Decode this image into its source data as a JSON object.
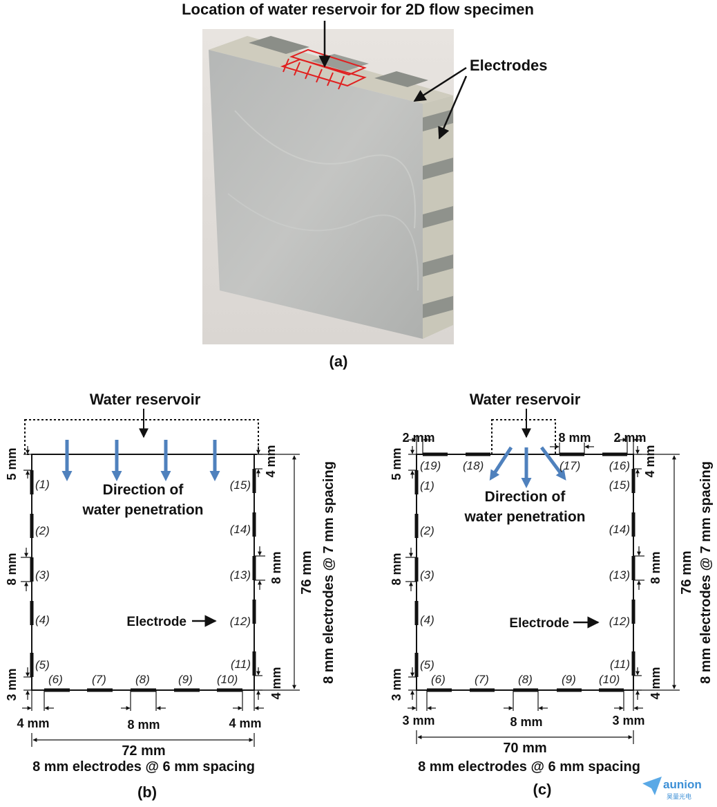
{
  "photo": {
    "title": "Location of water reservoir for 2D flow specimen",
    "electrodes_label": "Electrodes",
    "caption": "(a)"
  },
  "diagram_b": {
    "reservoir_label": "Water reservoir",
    "flow_label_1": "Direction of",
    "flow_label_2": "water penetration",
    "electrode_label": "Electrode",
    "left_numbers": [
      "(1)",
      "(2)",
      "(3)",
      "(4)",
      "(5)"
    ],
    "bottom_numbers": [
      "(6)",
      "(7)",
      "(8)",
      "(9)",
      "(10)"
    ],
    "right_numbers": [
      "(11)",
      "(12)",
      "(13)",
      "(14)",
      "(15)"
    ],
    "dim_left_top": "5 mm",
    "dim_left_mid": "8 mm",
    "dim_left_bottom": "3 mm",
    "dim_right_top": "4 mm",
    "dim_right_mid": "8 mm",
    "dim_right_bottom": "4 mm",
    "dim_bottom_left": "4 mm",
    "dim_bottom_mid": "8 mm",
    "dim_bottom_right": "4 mm",
    "width_label": "72 mm",
    "height_label": "76 mm",
    "side_spacing": "8 mm electrodes @ 7 mm spacing",
    "bottom_spacing": "8 mm electrodes @ 6 mm spacing",
    "caption": "(b)"
  },
  "diagram_c": {
    "reservoir_label": "Water reservoir",
    "flow_label_1": "Direction of",
    "flow_label_2": "water penetration",
    "electrode_label": "Electrode",
    "left_numbers": [
      "(1)",
      "(2)",
      "(3)",
      "(4)",
      "(5)"
    ],
    "bottom_numbers": [
      "(6)",
      "(7)",
      "(8)",
      "(9)",
      "(10)"
    ],
    "right_numbers": [
      "(11)",
      "(12)",
      "(13)",
      "(14)",
      "(15)"
    ],
    "top_numbers": [
      "(16)",
      "(17)",
      "(18)",
      "(19)"
    ],
    "dim_top_left": "2 mm",
    "dim_top_mid": "8 mm",
    "dim_top_right": "2 mm",
    "dim_left_top": "5 mm",
    "dim_left_mid": "8 mm",
    "dim_left_bottom": "3 mm",
    "dim_right_top": "4 mm",
    "dim_right_mid": "8 mm",
    "dim_right_bottom": "4 mm",
    "dim_bottom_left": "3 mm",
    "dim_bottom_mid": "8 mm",
    "dim_bottom_right": "3 mm",
    "width_label": "70 mm",
    "height_label": "76 mm",
    "side_spacing": "8 mm electrodes @ 7 mm spacing",
    "bottom_spacing": "8 mm electrodes @ 6 mm spacing",
    "caption": "(c)"
  },
  "watermark": {
    "text": "aunion",
    "subtext": "昊量光电"
  },
  "colors": {
    "flow_arrow": "#4f81bd",
    "reservoir_hatch": "#e02020",
    "line": "#111111"
  }
}
